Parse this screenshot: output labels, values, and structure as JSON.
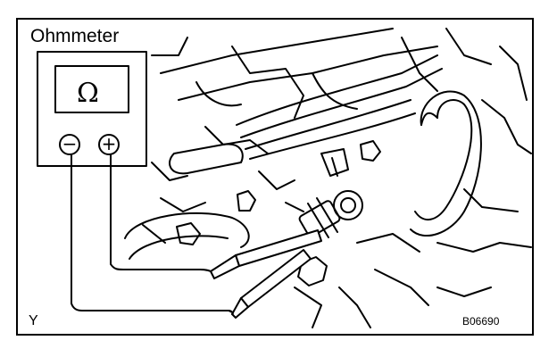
{
  "meter": {
    "title": "Ohmmeter",
    "unit_symbol": "Ω",
    "negative_terminal": "−",
    "positive_terminal": "+"
  },
  "corner_mark": "Y",
  "figure_code": "B06690",
  "icons": [
    "ohmmeter-icon",
    "probe-icon",
    "connector-icon",
    "hose-icon"
  ]
}
